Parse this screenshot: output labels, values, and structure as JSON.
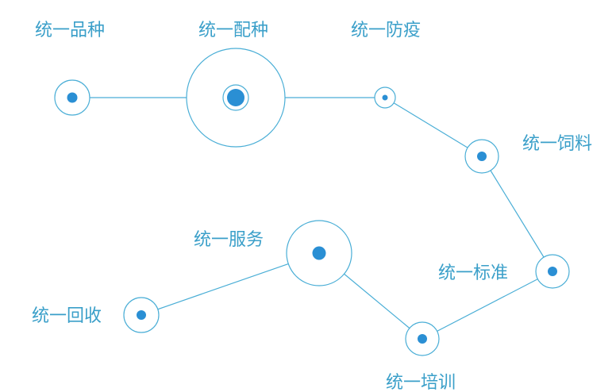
{
  "diagram": {
    "colors": {
      "line": "#4aaed6",
      "dot": "#2a8fd4",
      "label": "#3a9fc9"
    },
    "nodes": [
      {
        "id": "n1",
        "label": "统一品种"
      },
      {
        "id": "n2",
        "label": "统一配种"
      },
      {
        "id": "n3",
        "label": "统一防疫"
      },
      {
        "id": "n4",
        "label": "统一饲料"
      },
      {
        "id": "n5",
        "label": "统一标准"
      },
      {
        "id": "n6",
        "label": "统一培训"
      },
      {
        "id": "n7",
        "label": "统一服务"
      },
      {
        "id": "n8",
        "label": "统一回收"
      }
    ],
    "edges": [
      [
        "n1",
        "n2"
      ],
      [
        "n2",
        "n3"
      ],
      [
        "n3",
        "n4"
      ],
      [
        "n4",
        "n5"
      ],
      [
        "n5",
        "n6"
      ],
      [
        "n6",
        "n7"
      ],
      [
        "n7",
        "n8"
      ]
    ]
  }
}
